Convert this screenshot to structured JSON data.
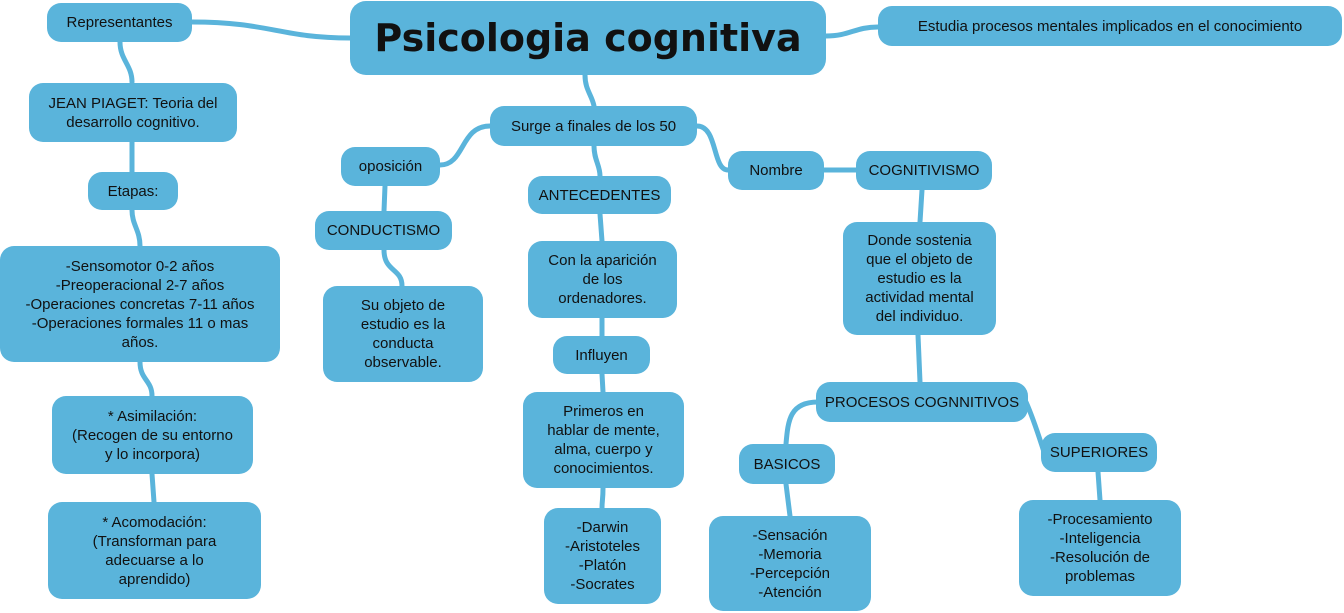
{
  "map": {
    "title": "Psicologia cognitiva",
    "definition": "Estudia procesos mentales implicados en el conocimiento",
    "representatives": {
      "label": "Representantes",
      "piaget": "JEAN PIAGET: Teoria del\ndesarrollo cognitivo.",
      "stages_label": "Etapas:",
      "stages": "-Sensomotor 0-2 años\n-Preoperacional 2-7 años\n-Operaciones concretas 7-11 años\n-Operaciones formales 11 o mas\naños.",
      "assimilation": "* Asimilación:\n(Recogen de su entorno\ny lo incorpora)",
      "accommodation": "* Acomodación:\n(Transforman para\nadecuarse a lo\naprendido)"
    },
    "origin": {
      "label": "Surge a finales de los 50",
      "opposition": "oposición",
      "behaviorism": "CONDUCTISMO",
      "behaviorism_object": "Su objeto de\nestudio es la\nconducta\nobservable.",
      "antecedents": "ANTECEDENTES",
      "computers": "Con la aparición\nde los\nordenadores.",
      "influence": "Influyen",
      "first_speak": "Primeros en\nhablar de mente,\nalma, cuerpo y\nconocimientos.",
      "philosophers": "-Darwin\n-Aristoteles\n-Platón\n-Socrates",
      "name_label": "Nombre",
      "cognitivism": "COGNITIVISMO",
      "cognitivism_object": "Donde sostenia\nque el objeto de\nestudio es la\nactividad mental\ndel individuo.",
      "processes": "PROCESOS COGNNITIVOS",
      "basic": "BASICOS",
      "basic_list": "-Sensación\n-Memoria\n-Percepción\n-Atención",
      "superior": "SUPERIORES",
      "superior_list": "-Procesamiento\n-Inteligencia\n-Resolución de\nproblemas"
    }
  }
}
